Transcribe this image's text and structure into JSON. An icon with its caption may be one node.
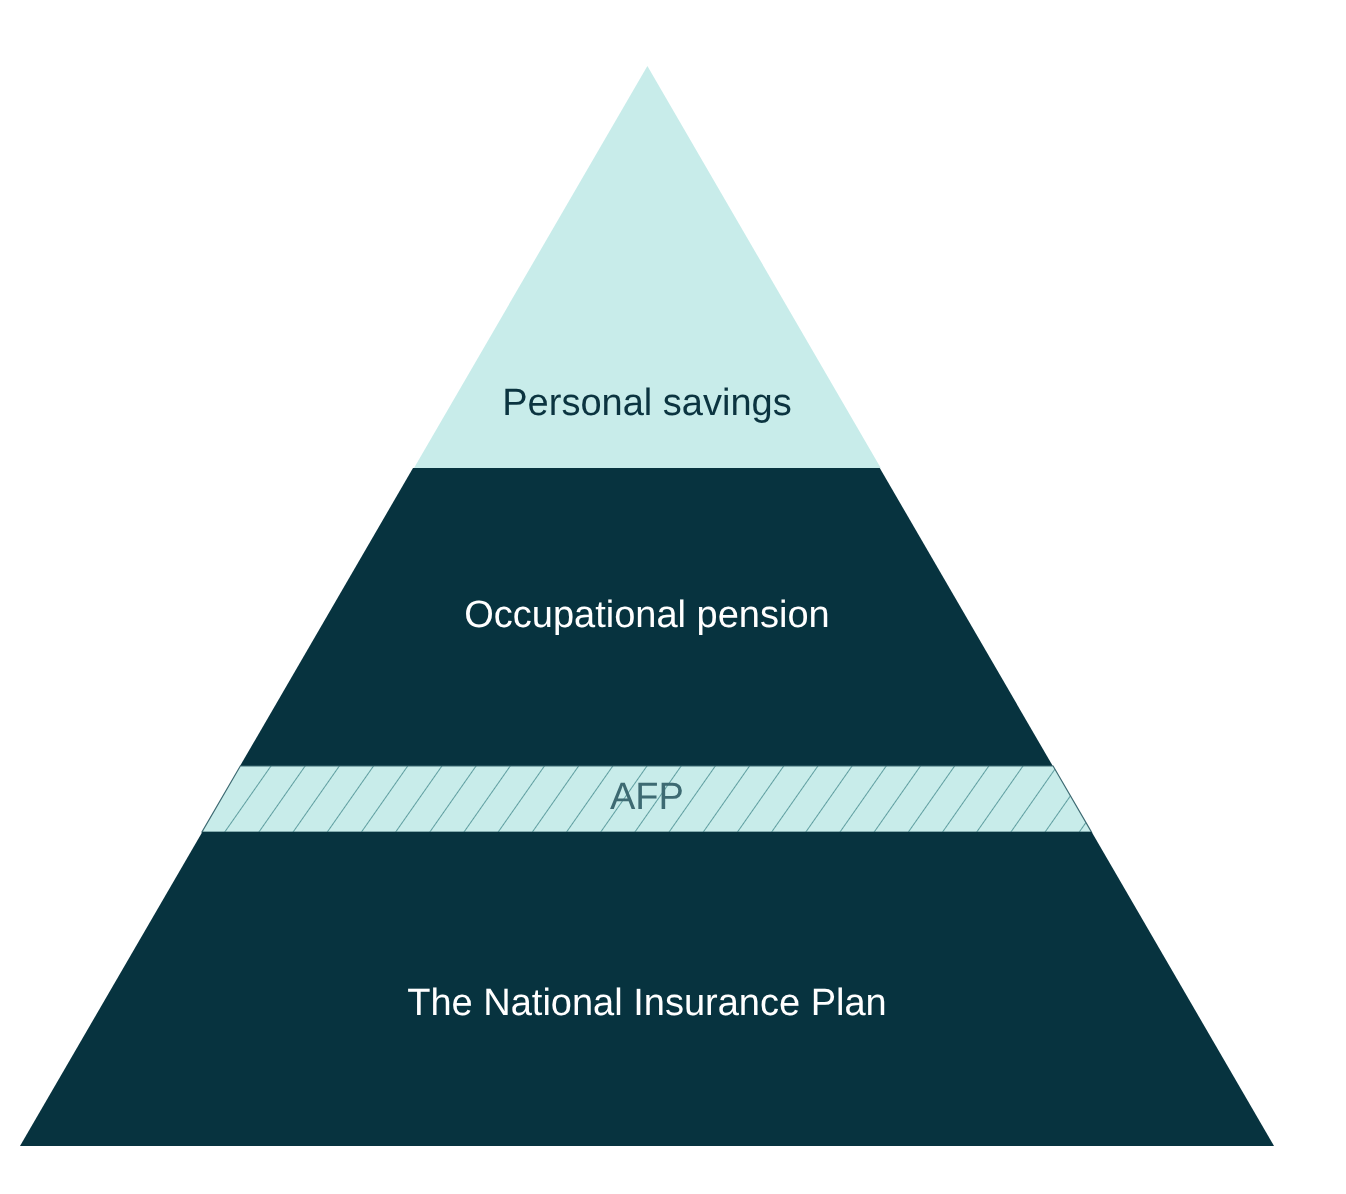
{
  "diagram": {
    "nodes": [
      {
        "text": [
          "Personal savings"
        ]
      },
      {
        "text": [
          "Occupational pension"
        ]
      },
      {
        "text": [
          "AFP"
        ]
      },
      {
        "text": [
          "The National Insurance Plan"
        ]
      }
    ]
  }
}
